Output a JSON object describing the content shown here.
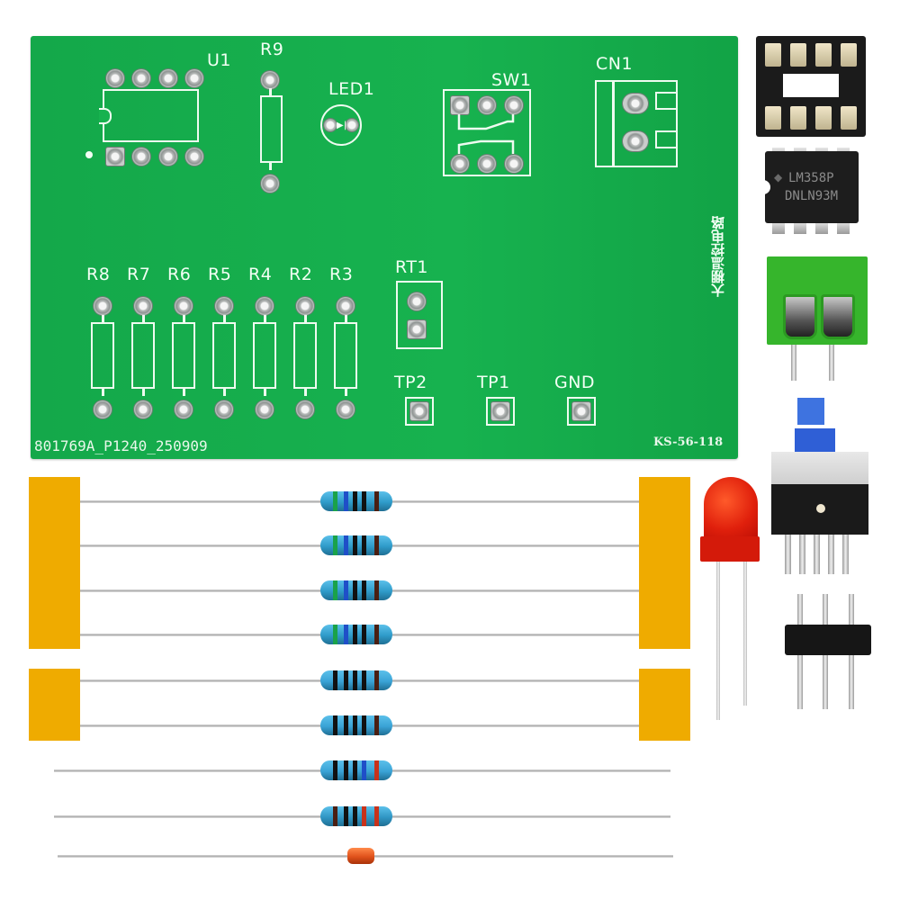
{
  "pcb": {
    "board_color": "#17b24f",
    "silkscreen_color": "#f2fff4",
    "labels": {
      "u1": "U1",
      "r9": "R9",
      "led1": "LED1",
      "sw1": "SW1",
      "cn1": "CN1",
      "rt1": "RT1",
      "tp2": "TP2",
      "tp1": "TP1",
      "gnd": "GND",
      "resistor_row": [
        "R8",
        "R7",
        "R6",
        "R5",
        "R4",
        "R2",
        "R3"
      ]
    },
    "vertical_title": "大棚温控电路",
    "serial": "801769A_P1240_250909",
    "model": "KS-56-118"
  },
  "components": {
    "ic_marking_line1": "LM358P",
    "ic_marking_line2": "DNLN93M",
    "socket": "8-pin DIP socket",
    "terminal_block_color": "#36b52c",
    "switch_cap_color": "#2f5fd6",
    "led_color": "#e0200c",
    "header_pins": 3
  },
  "tape_color": "#efab00",
  "resistors": [
    {
      "body": "#2f9bc9",
      "bands": [
        "#1aa24a",
        "#1f4fc8",
        "#111111",
        "#111111",
        "#4a1f12"
      ]
    },
    {
      "body": "#2f9bc9",
      "bands": [
        "#1aa24a",
        "#1f4fc8",
        "#111111",
        "#111111",
        "#4a1f12"
      ]
    },
    {
      "body": "#2f9bc9",
      "bands": [
        "#1aa24a",
        "#1f4fc8",
        "#111111",
        "#111111",
        "#4a1f12"
      ]
    },
    {
      "body": "#2f9bc9",
      "bands": [
        "#1aa24a",
        "#1f4fc8",
        "#111111",
        "#111111",
        "#4a1f12"
      ]
    },
    {
      "body": "#3aa3d6",
      "bands": [
        "#111111",
        "#111111",
        "#111111",
        "#111111",
        "#4a1f12"
      ]
    },
    {
      "body": "#3aa3d6",
      "bands": [
        "#111111",
        "#111111",
        "#111111",
        "#111111",
        "#4a1f12"
      ]
    },
    {
      "body": "#3aa3d6",
      "bands": [
        "#111111",
        "#111111",
        "#111111",
        "#1f4fc8",
        "#c8321a"
      ]
    },
    {
      "body": "#3096c4",
      "bands": [
        "#4a1f12",
        "#111111",
        "#111111",
        "#c8321a",
        "#c8321a"
      ]
    }
  ],
  "diode": {
    "body": "#e0521c"
  }
}
